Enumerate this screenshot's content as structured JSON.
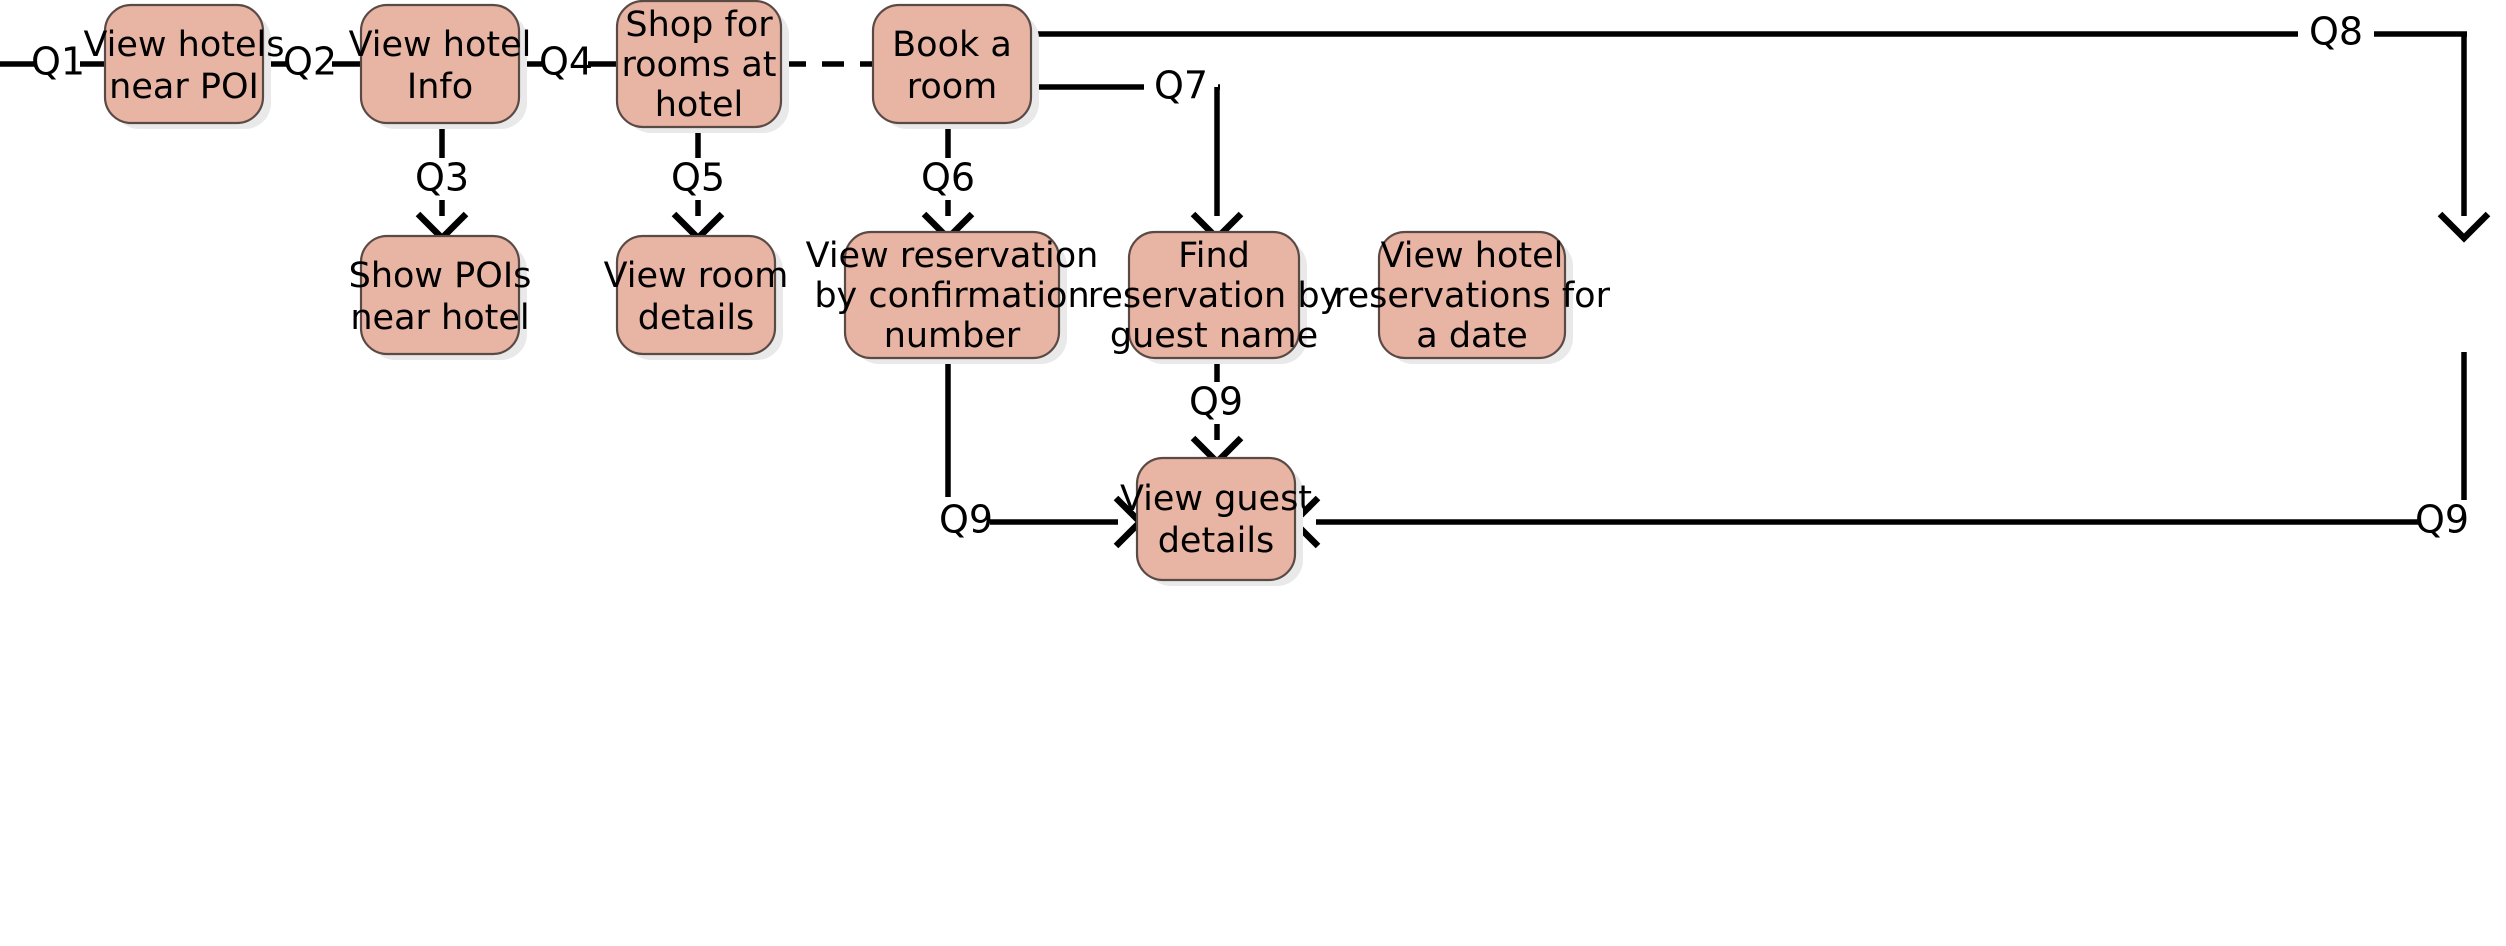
{
  "diagram": {
    "type": "flowchart",
    "background_color": "#ffffff",
    "node_fill_color": "#e8b4a3",
    "node_stroke_color": "#5a4a46",
    "edge_color": "#000000",
    "nodes": [
      {
        "id": "view-hotels-near-poi",
        "label": "View hotels\nnear POI",
        "lines": [
          "View hotels",
          "near POI"
        ]
      },
      {
        "id": "view-hotel-info",
        "label": "View hotel\nInfo",
        "lines": [
          "View hotel",
          "Info"
        ]
      },
      {
        "id": "shop-for-rooms-at-hotel",
        "label": "Shop for\nrooms at\nhotel",
        "lines": [
          "Shop for",
          "rooms at",
          "hotel"
        ]
      },
      {
        "id": "book-a-room",
        "label": "Book a\nroom",
        "lines": [
          "Book a",
          "room"
        ]
      },
      {
        "id": "show-pois-near-hotel",
        "label": "Show POIs\nnear hotel",
        "lines": [
          "Show POIs",
          "near hotel"
        ]
      },
      {
        "id": "view-room-details",
        "label": "View room\ndetails",
        "lines": [
          "View room",
          "details"
        ]
      },
      {
        "id": "view-reservation-by-confirmation-number",
        "label": "View reservation\nby confirmation\nnumber",
        "lines": [
          "View reservation",
          "by confirmation",
          "number"
        ]
      },
      {
        "id": "find-reservation-by-guest-name",
        "label": "Find\nreservation by\nguest name",
        "lines": [
          "Find",
          "reservation by",
          "guest name"
        ]
      },
      {
        "id": "view-hotel-reservations-for-a-date",
        "label": "View hotel\nreservations for\na date",
        "lines": [
          "View hotel",
          "reservations for",
          "a date"
        ]
      },
      {
        "id": "view-guest-details",
        "label": "View guest\ndetails",
        "lines": [
          "View guest",
          "details"
        ]
      }
    ],
    "edges": [
      {
        "id": "e-q1",
        "label": "Q1",
        "from": "",
        "to": "view-hotels-near-poi",
        "style": "solid"
      },
      {
        "id": "e-q2",
        "label": "Q2",
        "from": "view-hotels-near-poi",
        "to": "view-hotel-info",
        "style": "solid"
      },
      {
        "id": "e-q3",
        "label": "Q3",
        "from": "view-hotel-info",
        "to": "show-pois-near-hotel",
        "style": "solid"
      },
      {
        "id": "e-q4",
        "label": "Q4",
        "from": "view-hotel-info",
        "to": "shop-for-rooms-at-hotel",
        "style": "solid"
      },
      {
        "id": "e-q5",
        "label": "Q5",
        "from": "shop-for-rooms-at-hotel",
        "to": "view-room-details",
        "style": "solid"
      },
      {
        "id": "e-dashed",
        "label": "",
        "from": "shop-for-rooms-at-hotel",
        "to": "book-a-room",
        "style": "dashed"
      },
      {
        "id": "e-q6",
        "label": "Q6",
        "from": "book-a-room",
        "to": "view-reservation-by-confirmation-number",
        "style": "solid"
      },
      {
        "id": "e-q7",
        "label": "Q7",
        "from": "book-a-room",
        "to": "find-reservation-by-guest-name",
        "style": "solid"
      },
      {
        "id": "e-q8",
        "label": "Q8",
        "from": "book-a-room",
        "to": "view-hotel-reservations-for-a-date",
        "style": "solid"
      },
      {
        "id": "e-q9a",
        "label": "Q9",
        "from": "view-reservation-by-confirmation-number",
        "to": "view-guest-details",
        "style": "solid"
      },
      {
        "id": "e-q9b",
        "label": "Q9",
        "from": "find-reservation-by-guest-name",
        "to": "view-guest-details",
        "style": "solid"
      },
      {
        "id": "e-q9c",
        "label": "Q9",
        "from": "view-hotel-reservations-for-a-date",
        "to": "view-guest-details",
        "style": "solid"
      }
    ]
  }
}
